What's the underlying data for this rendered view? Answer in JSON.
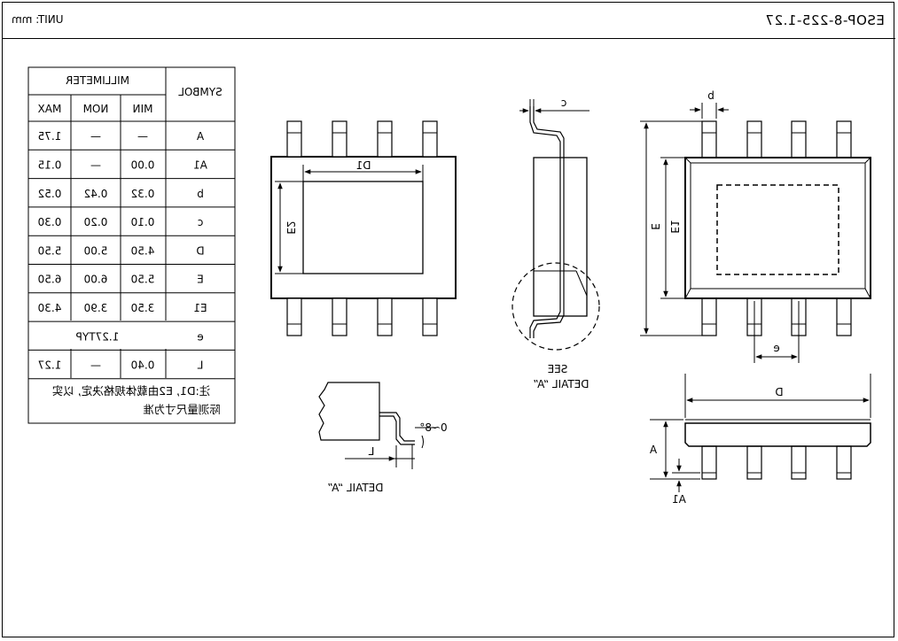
{
  "header": {
    "package_title": "ESOP-8-225-1.27",
    "unit_label": "UNIT: mm"
  },
  "table": {
    "symbol_header": "SYMBOL",
    "group_header": "MILLIMETER",
    "col_headers": [
      "MIN",
      "NOM",
      "MAX"
    ],
    "rows": [
      {
        "symbol": "A",
        "min": "—",
        "nom": "—",
        "max": "1.75"
      },
      {
        "symbol": "A1",
        "min": "0.00",
        "nom": "—",
        "max": "0.15"
      },
      {
        "symbol": "b",
        "min": "0.32",
        "nom": "0.42",
        "max": "0.52"
      },
      {
        "symbol": "c",
        "min": "0.10",
        "nom": "0.20",
        "max": "0.30"
      },
      {
        "symbol": "D",
        "min": "4.50",
        "nom": "5.00",
        "max": "5.50"
      },
      {
        "symbol": "E",
        "min": "5.50",
        "nom": "6.00",
        "max": "6.50"
      },
      {
        "symbol": "E1",
        "min": "3.50",
        "nom": "3.90",
        "max": "4.30"
      },
      {
        "symbol": "e",
        "merged": "1.27TYP"
      },
      {
        "symbol": "L",
        "min": "0.40",
        "nom": "—",
        "max": "1.27"
      }
    ],
    "note_line1": "注:D1, E2由载体规格决定, 以实",
    "note_line2": "际测量尺寸为准"
  },
  "labels": {
    "d1": "D1",
    "e2": "E2",
    "c": "c",
    "see": "SEE",
    "detail_a": "DETAIL “A”",
    "b": "b",
    "e_big": "E",
    "e1": "E1",
    "e_pitch": "e",
    "d": "D",
    "a": "A",
    "a1": "A1",
    "angle": "0~8°",
    "l": "L"
  }
}
